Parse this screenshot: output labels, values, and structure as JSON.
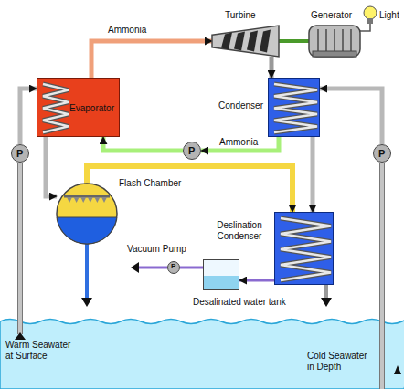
{
  "diagram": {
    "nodes": [
      {
        "text": [
          "Turbine"
        ]
      },
      {
        "text": [
          "Generator"
        ]
      },
      {
        "text": [
          "Light"
        ]
      },
      {
        "text": [
          "Evaporator"
        ]
      },
      {
        "text": [
          "Condenser"
        ]
      },
      {
        "text": [
          "P"
        ]
      },
      {
        "text": [
          "P"
        ]
      },
      {
        "text": [
          "P"
        ]
      },
      {
        "text": [
          "Flash Chamber"
        ]
      },
      {
        "text": [
          "Deslination Condenser"
        ]
      },
      {
        "text": [
          "P",
          "Vacuum Pump"
        ]
      },
      {
        "text": [
          "Desalinated water tank"
        ]
      }
    ],
    "edges": [
      {
        "from": 3,
        "to": 0,
        "arrow": "to",
        "label": "Ammonia"
      },
      {
        "from": 0,
        "to": 1,
        "arrow": "none"
      },
      {
        "from": 1,
        "to": 2,
        "arrow": "none"
      },
      {
        "from": 0,
        "to": 4,
        "arrow": "to"
      },
      {
        "from": 4,
        "to": 6,
        "arrow": "to",
        "label": "Ammonia"
      },
      {
        "from": 6,
        "to": 3,
        "arrow": "to"
      },
      {
        "from": 5,
        "to": 3,
        "arrow": "to"
      },
      {
        "from": 7,
        "to": 4,
        "arrow": "to"
      },
      {
        "from": 3,
        "to": 8,
        "arrow": "to"
      },
      {
        "from": 4,
        "to": 9,
        "arrow": "to"
      },
      {
        "from": 8,
        "to": 9,
        "arrow": "to"
      },
      {
        "from": 9,
        "to": 11,
        "arrow": "to"
      },
      {
        "from": 11,
        "to": 10,
        "arrow": "none"
      }
    ],
    "labels": [
      "Warm Seawater at Surface",
      "Cold Seawater in Depth"
    ]
  }
}
